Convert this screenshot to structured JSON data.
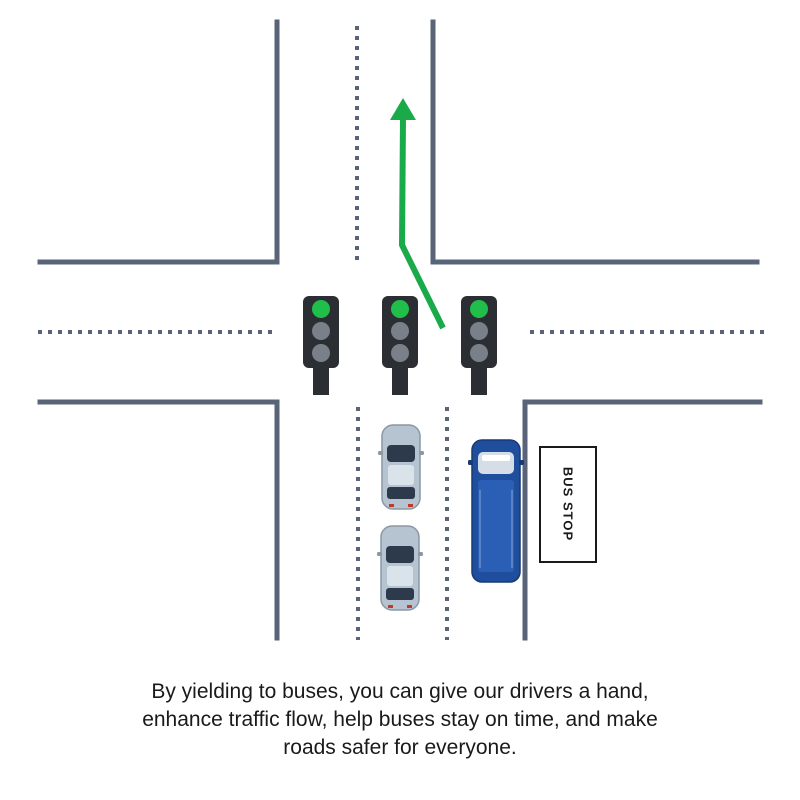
{
  "colors": {
    "road_edge": "#5a6478",
    "lane_dash": "#5a6478",
    "arrow": "#1aaa4a",
    "signal_body": "#2b2e33",
    "signal_green": "#1fbf4a",
    "signal_off": "#7a8089",
    "car_body": "#b6c4d2",
    "bus_body": "#1f4e9c",
    "text": "#1a1a1a"
  },
  "icons": {
    "traffic_light": "traffic-light-icon",
    "car": "car-icon",
    "bus": "bus-icon",
    "arrow": "arrow-up-icon"
  },
  "signals": [
    {
      "state": "green"
    },
    {
      "state": "green"
    },
    {
      "state": "green"
    }
  ],
  "bus_stop": {
    "label": "BUS STOP"
  },
  "caption": {
    "line1": "By yielding to buses, you can give our drivers a hand,",
    "line2": "enhance traffic flow, help buses stay on time, and make",
    "line3": "roads safer for everyone."
  }
}
